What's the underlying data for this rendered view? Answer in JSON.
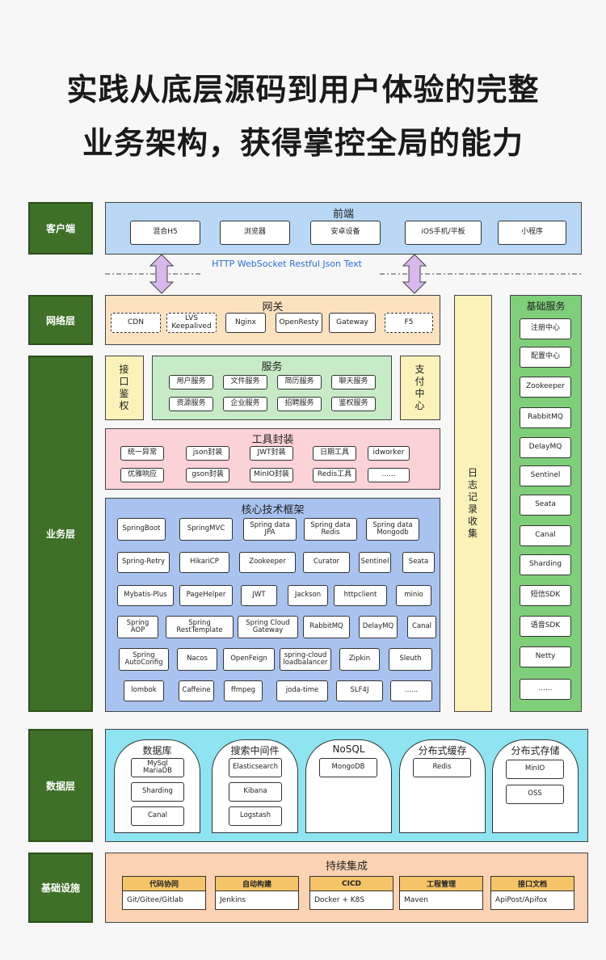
{
  "header": {
    "line1": "实践从底层源码到用户体验的完整",
    "line2": "业务架构，获得掌控全局的能力"
  },
  "layers": {
    "client": "客户端",
    "network": "网络层",
    "business": "业务层",
    "data": "数据层",
    "infra": "基础设施"
  },
  "frontend": {
    "title": "前端",
    "items": [
      "混合H5",
      "浏览器",
      "安卓设备",
      "iOS手机/平板",
      "小程序"
    ]
  },
  "protocol": "HTTP WebSocket Restful Json Text",
  "gateway": {
    "title": "网关",
    "items": [
      "CDN",
      "LVS\nKeepalived",
      "Nginx",
      "OpenResty",
      "Gateway",
      "F5"
    ]
  },
  "auth_vertical": "接口鉴权",
  "pay_vertical": "支付中心",
  "log_vertical": "日志记录收集",
  "services": {
    "title": "服务",
    "row1": [
      "用户服务",
      "文件服务",
      "简历服务",
      "聊天服务"
    ],
    "row2": [
      "资源服务",
      "企业服务",
      "招聘服务",
      "鉴权服务"
    ]
  },
  "tools": {
    "title": "工具封装",
    "row1": [
      "统一异常",
      "json封装",
      "JWT封装",
      "日期工具",
      "idworker"
    ],
    "row2": [
      "优雅响应",
      "gson封装",
      "MinIO封装",
      "Redis工具",
      "......"
    ]
  },
  "core": {
    "title": "核心技术框架",
    "rows": [
      [
        "SpringBoot",
        "SpringMVC",
        "Spring data\nJPA",
        "Spring data\nRedis",
        "Spring data\nMongodb"
      ],
      [
        "Spring-Retry",
        "HikariCP",
        "Zookeeper",
        "Curator",
        "Sentinel",
        "Seata"
      ],
      [
        "Mybatis-Plus",
        "PageHelper",
        "JWT",
        "Jackson",
        "httpclient",
        "minio"
      ],
      [
        "Spring\nAOP",
        "Spring\nRestTemplate",
        "Spring Cloud\nGateway",
        "RabbitMQ",
        "DelayMQ",
        "Canal"
      ],
      [
        "Spring\nAutoConfig",
        "Nacos",
        "OpenFeign",
        "spring-cloud\nloadbalancer",
        "Zipkin",
        "Sleuth"
      ],
      [
        "lombok",
        "Caffeine",
        "ffmpeg",
        "joda-time",
        "SLF4J",
        "......"
      ]
    ]
  },
  "base_services": {
    "title": "基础服务",
    "items": [
      "注册中心",
      "配置中心",
      "Zookeeper",
      "RabbitMQ",
      "DelayMQ",
      "Sentinel",
      "Seata",
      "Canal",
      "Sharding",
      "短信SDK",
      "语音SDK",
      "Netty",
      "......"
    ]
  },
  "data_layer": {
    "groups": [
      {
        "title": "数据库",
        "items": [
          "MySql\nMariaDB",
          "Sharding",
          "Canal"
        ]
      },
      {
        "title": "搜索中间件",
        "items": [
          "Elasticsearch",
          "Kibana",
          "Logstash"
        ]
      },
      {
        "title": "NoSQL",
        "items": [
          "MongoDB"
        ]
      },
      {
        "title": "分布式缓存",
        "items": [
          "Redis"
        ]
      },
      {
        "title": "分布式存储",
        "items": [
          "MinIO",
          "OSS"
        ]
      }
    ]
  },
  "ci": {
    "title": "持续集成",
    "items": [
      {
        "head": "代码协同",
        "body": "Git/Gitee/Gitlab"
      },
      {
        "head": "自动构建",
        "body": "Jenkins"
      },
      {
        "head": "CICD",
        "body": "Docker + K8S"
      },
      {
        "head": "工程管理",
        "body": "Maven"
      },
      {
        "head": "接口文档",
        "body": "ApiPost/Apifox"
      }
    ]
  },
  "colors": {
    "layer": "#3e7028",
    "frontend": "#b8d8f5",
    "gateway": "#fde2bf",
    "services": "#c7ebc7",
    "tools": "#fbd3d6",
    "core": "#a8c3ef",
    "side": "#faf2b8",
    "base": "#7fcf7a",
    "data": "#8ee4f0",
    "ci": "#fbd3b3",
    "arrow": "#d9b8ec"
  }
}
